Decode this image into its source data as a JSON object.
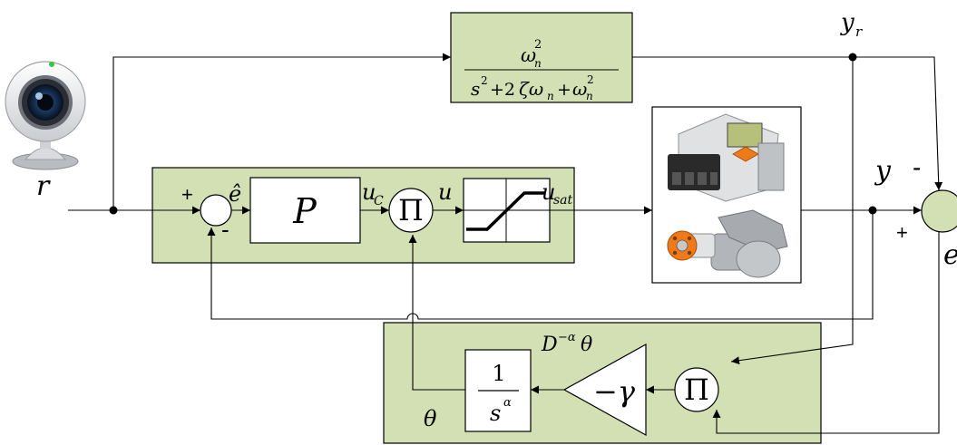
{
  "labels": {
    "r": "r",
    "y_r": "y",
    "y_r_sub": "r",
    "y": "y",
    "e": "e",
    "e_hat": "ê",
    "u_c": "u",
    "u_c_sub": "C",
    "u": "u",
    "u_sat": "u",
    "u_sat_sub": "sat",
    "theta": "θ",
    "D_alpha_theta": "D",
    "D_alpha_exp": "−α",
    "D_alpha_theta_end": "θ"
  },
  "blocks": {
    "reference_model": {
      "numerator": "ω",
      "numerator_sub": "n",
      "numerator_sup": "2",
      "den_s": "s",
      "den_s_sup": "2",
      "den_plus1": "+2",
      "den_zeta": "ζω",
      "den_zeta_sub": "n",
      "den_plus2": "+",
      "den_omega": "ω",
      "den_omega_sub": "n",
      "den_omega_sup": "2"
    },
    "controller": "P",
    "product": "Π",
    "gain": "−γ",
    "integrator_num": "1",
    "integrator_den": "s",
    "integrator_den_sup": "α"
  },
  "signs": {
    "sum1_plus": "+",
    "sum1_minus": "-",
    "sum2_plus": "+",
    "sum2_minus": "-"
  },
  "icons": {
    "camera": "webcam-icon",
    "plant": "lego-nxt-brick-and-motor-icon"
  }
}
